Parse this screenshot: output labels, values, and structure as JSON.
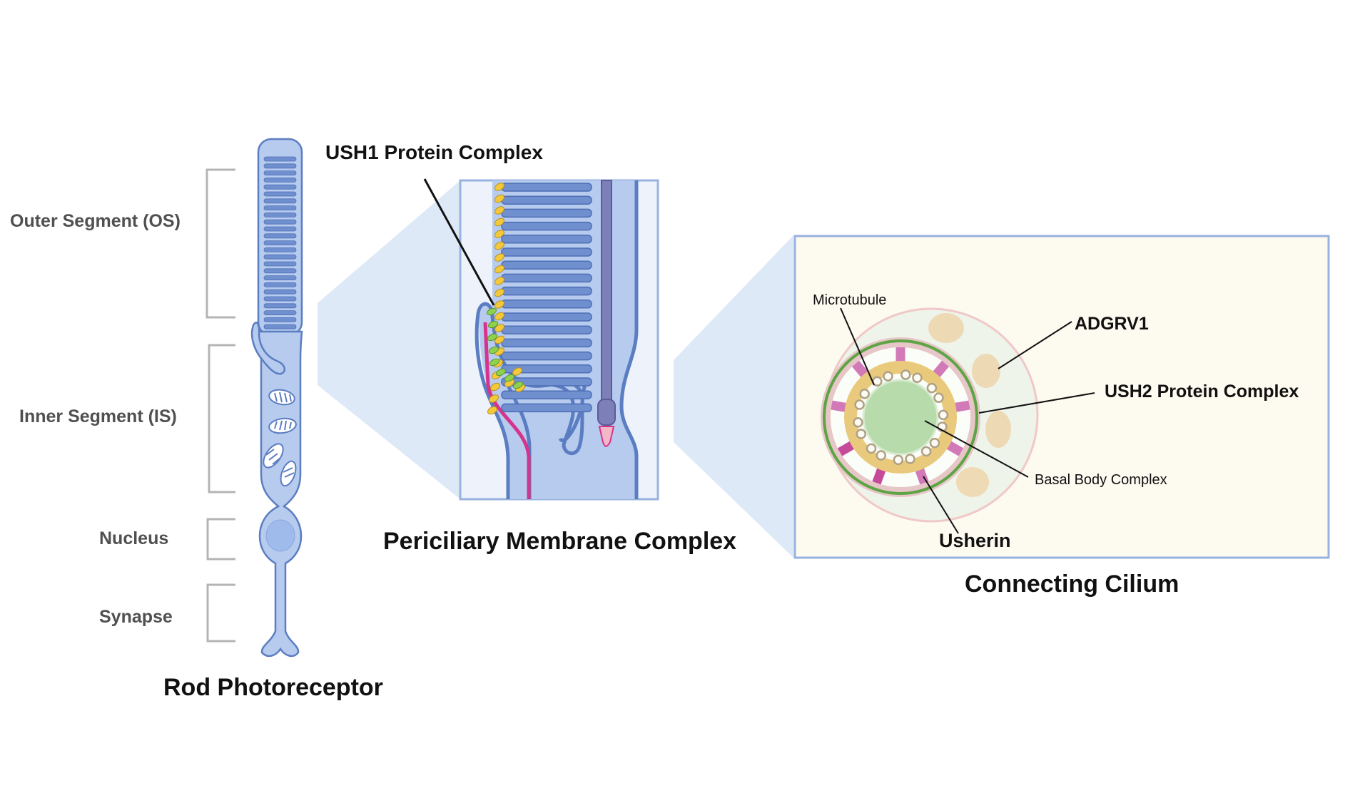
{
  "rod": {
    "segments": {
      "outer": "Outer Segment (OS)",
      "inner": "Inner Segment (IS)",
      "nucleus": "Nucleus",
      "synapse": "Synapse"
    },
    "title": "Rod Photoreceptor"
  },
  "pmc": {
    "callout": "USH1 Protein Complex",
    "title": "Periciliary Membrane Complex"
  },
  "cilium": {
    "labels": {
      "microtubule": "Microtubule",
      "adgrv1": "ADGRV1",
      "ush2": "USH2 Protein Complex",
      "basal": "Basal Body Complex",
      "usherin": "Usherin"
    },
    "title": "Connecting Cilium"
  },
  "colors": {
    "cell_fill": "#b7cbef",
    "cell_stroke": "#5b7dc1",
    "disc_fill": "#6f8fcf",
    "panel_bg": "#eef3fb",
    "cilium_panel_bg": "#fdfaf0",
    "zoom": "#dce8f7",
    "bracket": "#b4b4b4",
    "ush1_yellow": "#f3c93b",
    "ush1_green": "#8fd14f",
    "magenta": "#d6338c",
    "axoneme": "#7d7fb8",
    "tan": "#eed7b0",
    "ring_gold": "#e9c97c",
    "usherin_pink": "#d27ab8",
    "core_green": "#b7dbaa",
    "adgrv1_green": "#5da544"
  }
}
